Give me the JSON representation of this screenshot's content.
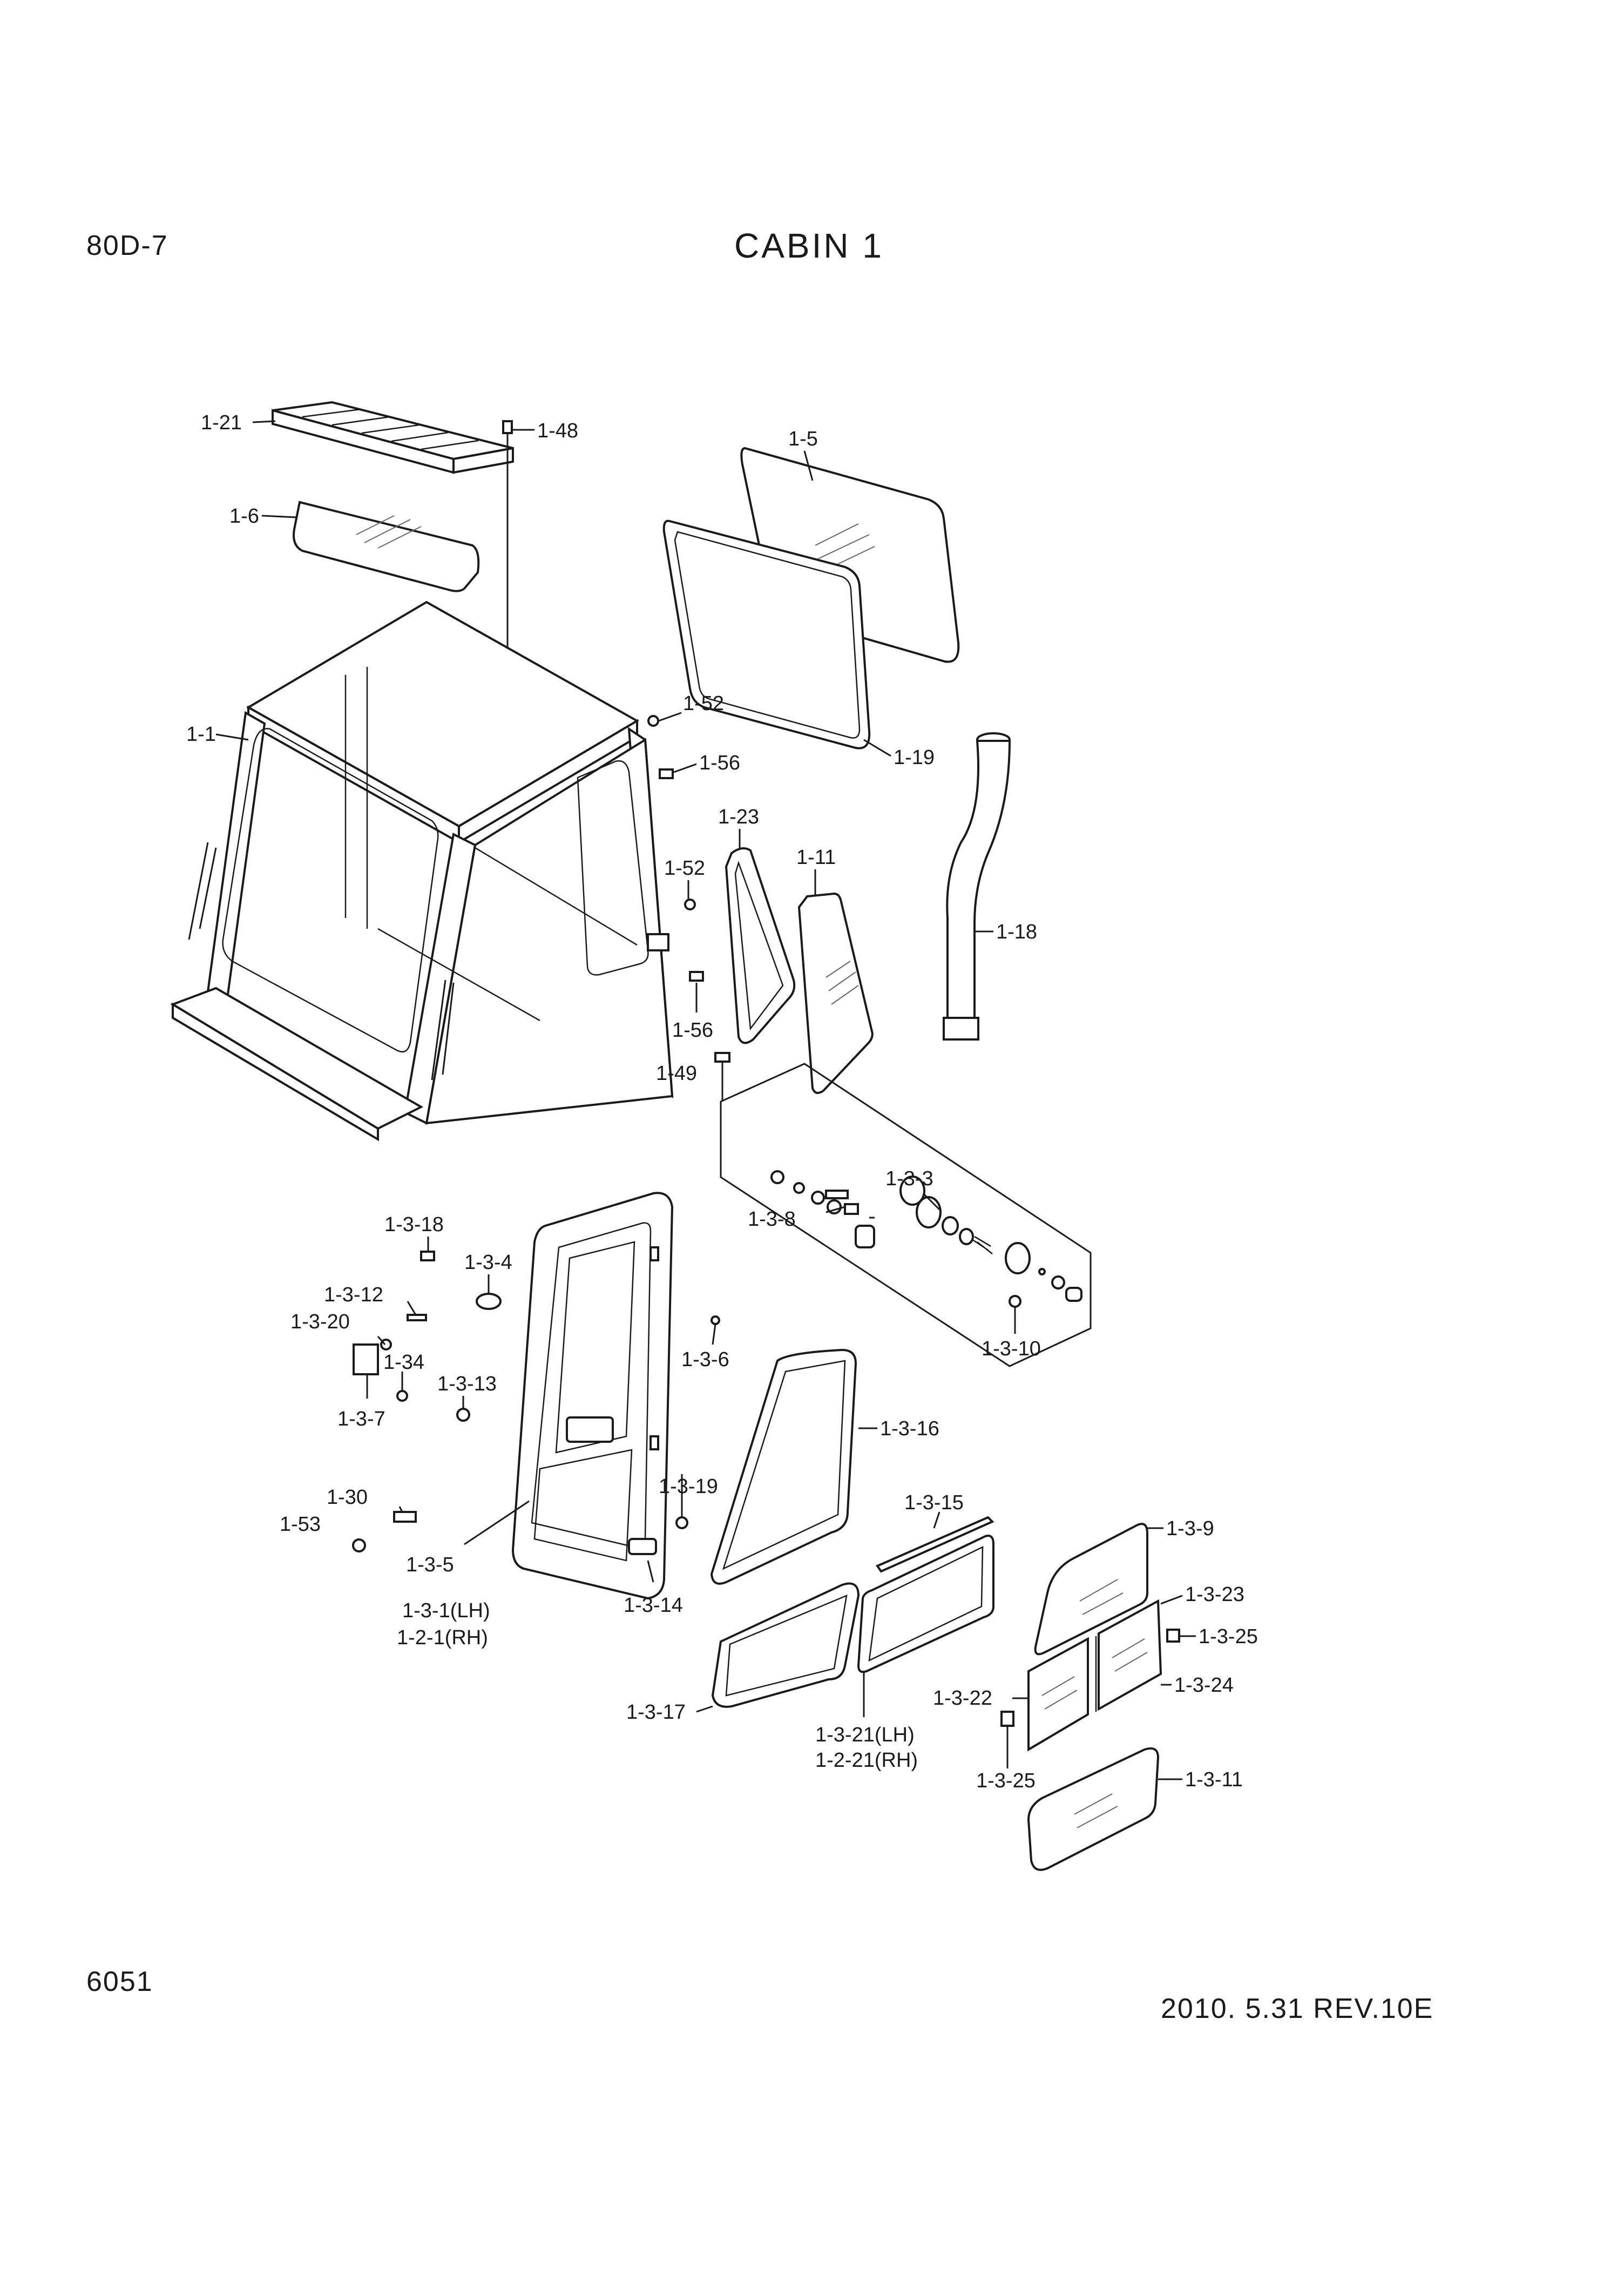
{
  "header": {
    "model": "80D-7",
    "title": "CABIN 1"
  },
  "footer": {
    "page": "6051",
    "revision": "2010. 5.31  REV.10E"
  },
  "callouts": {
    "c_1_21": "1-21",
    "c_1_48": "1-48",
    "c_1_6": "1-6",
    "c_1_5": "1-5",
    "c_1_19": "1-19",
    "c_1_1": "1-1",
    "c_1_52a": "1-52",
    "c_1_56a": "1-56",
    "c_1_23": "1-23",
    "c_1_11": "1-11",
    "c_1_52b": "1-52",
    "c_1_18": "1-18",
    "c_1_56b": "1-56",
    "c_1_49": "1-49",
    "c_1_3_3": "1-3-3",
    "c_1_3_8": "1-3-8",
    "c_1_3_10": "1-3-10",
    "c_1_3_18": "1-3-18",
    "c_1_3_4": "1-3-4",
    "c_1_3_12": "1-3-12",
    "c_1_3_20": "1-3-20",
    "c_1_34": "1-34",
    "c_1_3_13": "1-3-13",
    "c_1_3_7": "1-3-7",
    "c_1_3_6": "1-3-6",
    "c_1_3_16": "1-3-16",
    "c_1_3_19": "1-3-19",
    "c_1_30": "1-30",
    "c_1_53": "1-53",
    "c_1_3_5": "1-3-5",
    "c_1_3_14": "1-3-14",
    "c_1_3_1lh": "1-3-1(LH)",
    "c_1_2_1rh": "1-2-1(RH)",
    "c_1_3_15": "1-3-15",
    "c_1_3_9": "1-3-9",
    "c_1_3_23": "1-3-23",
    "c_1_3_25a": "1-3-25",
    "c_1_3_24": "1-3-24",
    "c_1_3_22": "1-3-22",
    "c_1_3_17": "1-3-17",
    "c_1_3_21lh": "1-3-21(LH)",
    "c_1_2_21rh": "1-2-21(RH)",
    "c_1_3_25b": "1-3-25",
    "c_1_3_11": "1-3-11"
  }
}
